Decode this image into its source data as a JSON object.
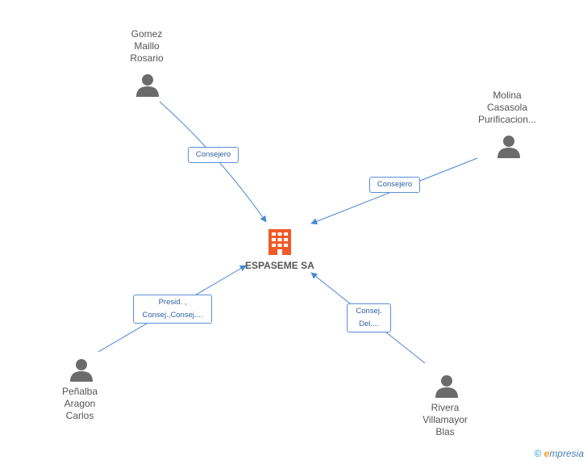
{
  "company": {
    "name": "ESPASEME SA",
    "icon": "building-icon",
    "icon_color": "#f05a28"
  },
  "people": [
    {
      "id": "gomez",
      "lines": [
        "Gomez",
        "Maillo",
        "Rosario"
      ]
    },
    {
      "id": "molina",
      "lines": [
        "Molina",
        "Casasola",
        "Purificacion..."
      ]
    },
    {
      "id": "penalba",
      "lines": [
        "Peñalba",
        "Aragon",
        "Carlos"
      ]
    },
    {
      "id": "rivera",
      "lines": [
        "Rivera",
        "Villamayor",
        "Blas"
      ]
    }
  ],
  "relations": [
    {
      "from": "gomez",
      "lines": [
        "Consejero"
      ]
    },
    {
      "from": "molina",
      "lines": [
        "Consejero"
      ]
    },
    {
      "from": "penalba",
      "lines": [
        "Presid. ,",
        "Consej.,Consej...."
      ]
    },
    {
      "from": "rivera",
      "lines": [
        "Consej.",
        "Del...."
      ]
    }
  ],
  "colors": {
    "edge": "#4a86d4",
    "node_icon": "#6b6b6b",
    "text": "#555555"
  },
  "brand": {
    "copyright": "©",
    "e": "e",
    "name": "mpresia"
  }
}
